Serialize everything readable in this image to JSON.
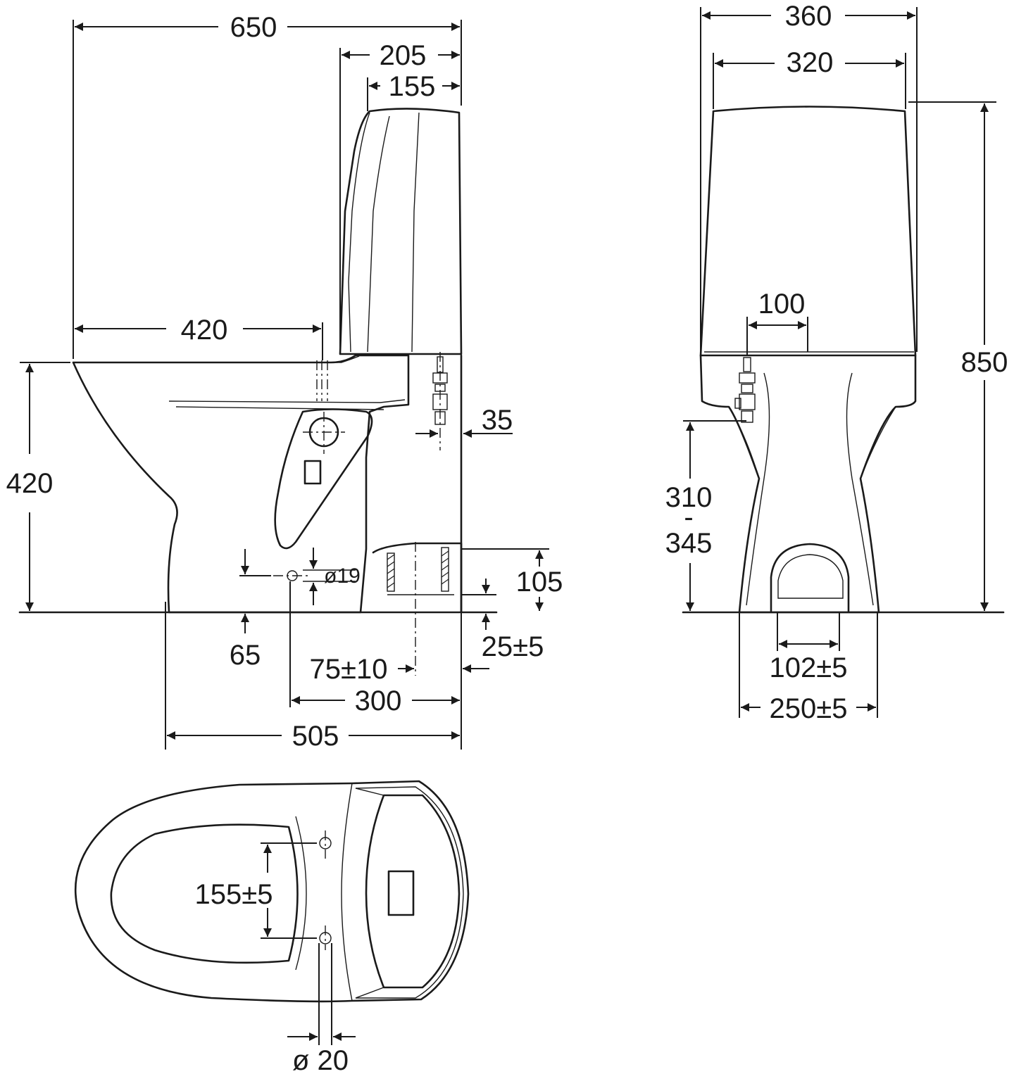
{
  "dimensions": {
    "overall_depth": "650",
    "tank_depth_outer": "205",
    "tank_depth_inner": "155",
    "seat_to_tank": "420",
    "seat_height": "420",
    "inlet_from_wall": "35",
    "outlet_height": "105",
    "outlet_offset": "25±5",
    "drain_height": "65",
    "drain_diameter": "ø19",
    "outlet_to_wall": "75±10",
    "drain_to_wall": "300",
    "footprint_depth": "505",
    "overall_width": "360",
    "tank_width": "320",
    "inlet_offset": "100",
    "total_height": "850",
    "inlet_height_min": "310",
    "inlet_height_sep": "-",
    "inlet_height_max": "345",
    "outlet_width": "102±5",
    "base_width": "250±5",
    "fixing_spacing": "155±5",
    "fixing_diameter": "ø 20"
  }
}
